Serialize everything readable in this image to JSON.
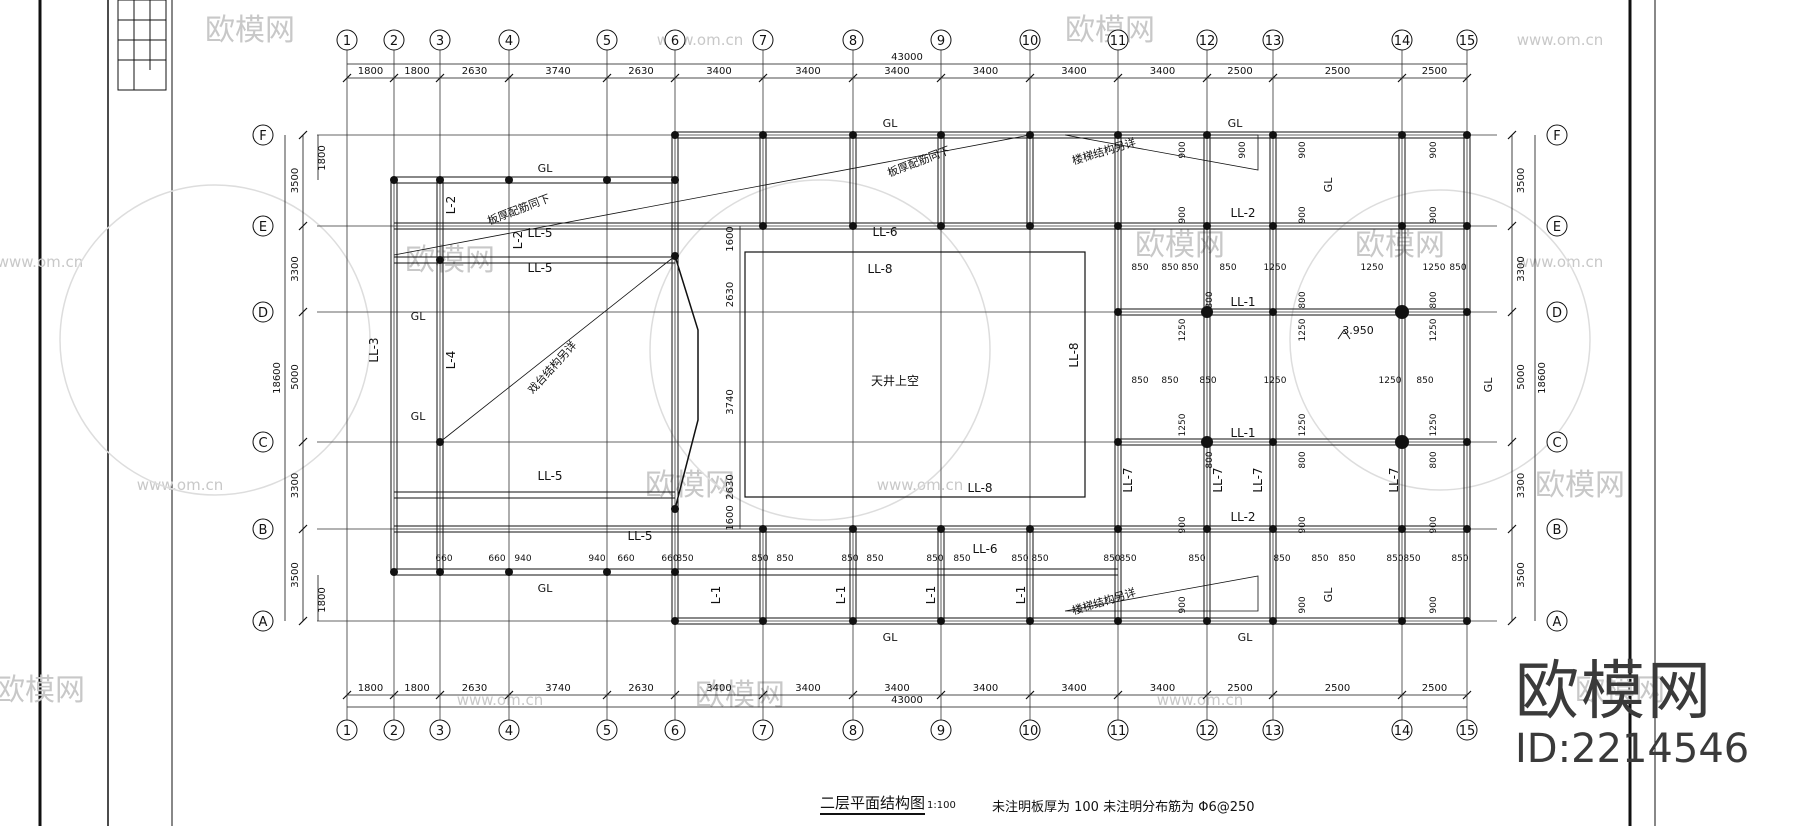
{
  "axes_top": [
    "1",
    "2",
    "3",
    "4",
    "5",
    "6",
    "7",
    "8",
    "9",
    "10",
    "11",
    "12",
    "13",
    "14",
    "15"
  ],
  "axes_side": [
    "F",
    "E",
    "D",
    "C",
    "B",
    "A"
  ],
  "bay_dims_h": [
    "1800",
    "1800",
    "2630",
    "3740",
    "2630",
    "3400",
    "3400",
    "3400",
    "3400",
    "3400",
    "3400",
    "2500",
    "2500",
    "2500",
    "2500"
  ],
  "bay_dims_v": [
    "3500",
    "3300",
    "5000",
    "3300",
    "3500"
  ],
  "total_h": "43000",
  "total_v": "18600",
  "inner_dims_left": [
    "1800",
    "1800"
  ],
  "inner_dims_mid": [
    "1600",
    "2630",
    "3740",
    "2630",
    "1600"
  ],
  "labels": {
    "gl": "GL",
    "l1": "L-1",
    "l2": "L-2",
    "l3": "LL-3",
    "l4": "L-4",
    "ll1": "LL-1",
    "ll2": "LL-2",
    "ll5": "LL-5",
    "ll6": "LL-6",
    "ll7": "LL-7",
    "ll8": "LL-8",
    "atrium": "天井上空",
    "stair_a": "楼梯结构另详",
    "slab_note": "板厚配筋同下",
    "stage_note": "戏台结构另详",
    "elev": "3.950",
    "d850": "850",
    "d900": "900",
    "d800": "800",
    "d1250": "1250",
    "d940": "940",
    "d660": "660"
  },
  "caption": {
    "title": "二层平面结构图",
    "scale": "1:100",
    "note": "未注明板厚为 100 未注明分布筋为  Φ6@250"
  },
  "brand": {
    "name": "欧模网",
    "id": "ID:2214546"
  },
  "watermark": {
    "text": "欧模网",
    "url": "www.om.cn"
  }
}
